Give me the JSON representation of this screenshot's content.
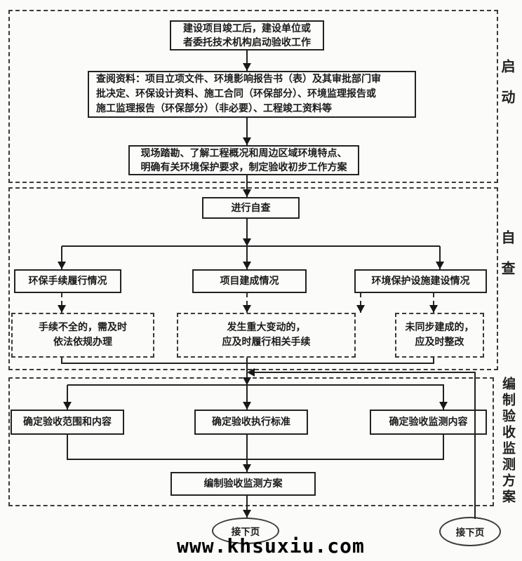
{
  "colors": {
    "line": "#222222",
    "border": "#232323",
    "background": "#fbfbfa"
  },
  "watermark": "www.khsuxiu.com",
  "sections": {
    "startup": {
      "label": "启动"
    },
    "selfcheck": {
      "label": "自查"
    },
    "plan": {
      "label": "编制验收监测方案"
    }
  },
  "nodes": {
    "kickoff": "建设项目竣工后，建设单位或\n者委托技术机构启动验收工作",
    "review_docs": "查阅资料：项目立项文件、环境影响报告书（表）及其审批部门审\n批决定、环保设计资料、施工合同（环保部分）、环境监理报告或\n施工监理报告（环保部分）（非必要）、工程竣工资料等",
    "site_survey": "现场踏勘、了解工程概况和周边区域环境特点、\n明确有关环境保护要求，制定验收初步工作方案",
    "self_check": "进行自查",
    "procedure_status": "环保手续履行情况",
    "completion_status": "项目建成情况",
    "facility_status": "环境保护设施建设情况",
    "incomplete_procedure": "手续不全的，需及时\n依法依规办理",
    "major_change": "发生重大变动的，\n应及时履行相关手续",
    "not_synced": "未同步建成的，\n应及时整改",
    "scope_content": "确定验收范围和内容",
    "exec_standards": "确定验收执行标准",
    "monitor_content": "确定验收监测内容",
    "monitor_plan": "编制验收监测方案",
    "next_page_left": "接下页",
    "next_page_right": "接下页"
  }
}
